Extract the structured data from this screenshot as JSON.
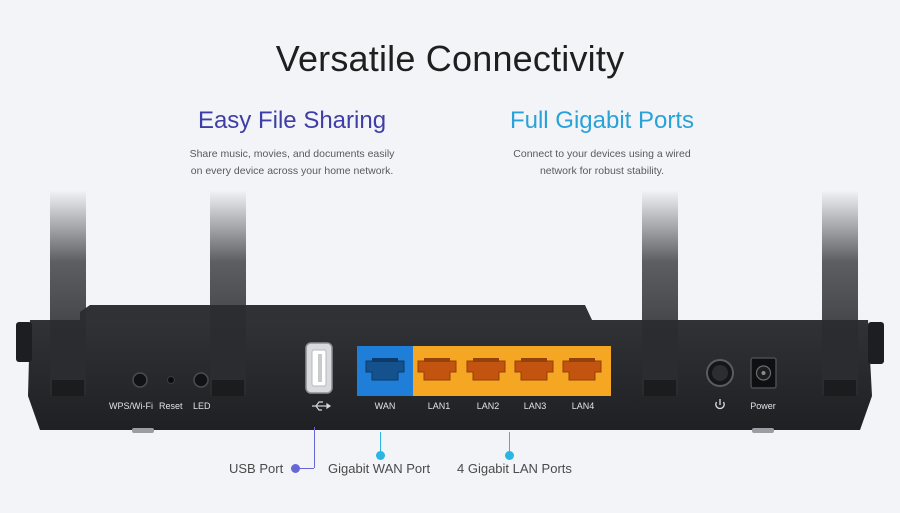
{
  "page": {
    "title": "Versatile Connectivity"
  },
  "features": [
    {
      "title": "Easy File Sharing",
      "lines": [
        "Share music, movies, and documents easily",
        "on every device across your home network."
      ]
    },
    {
      "title": "Full Gigabit Ports",
      "lines": [
        "Connect to your devices using a wired",
        "network for robust stability."
      ]
    }
  ],
  "router": {
    "buttons": {
      "wps": "WPS/Wi-Fi",
      "reset": "Reset",
      "led": "LED"
    },
    "ports": {
      "wan": "WAN",
      "lan": [
        "LAN1",
        "LAN2",
        "LAN3",
        "LAN4"
      ]
    },
    "power_label": "Power"
  },
  "callouts": [
    {
      "label": "USB Port",
      "color": "#6668d6"
    },
    {
      "label": "Gigabit WAN Port",
      "color": "#29b6e3"
    },
    {
      "label": "4 Gigabit LAN Ports",
      "color": "#29b6e3"
    }
  ],
  "colors": {
    "wan_port_fill": "#1f7ed8",
    "lan_port_fill": "#f5a623",
    "router_body": "#2a2c2f"
  },
  "icons": {
    "usb": "usb-icon",
    "power": "power-icon"
  }
}
